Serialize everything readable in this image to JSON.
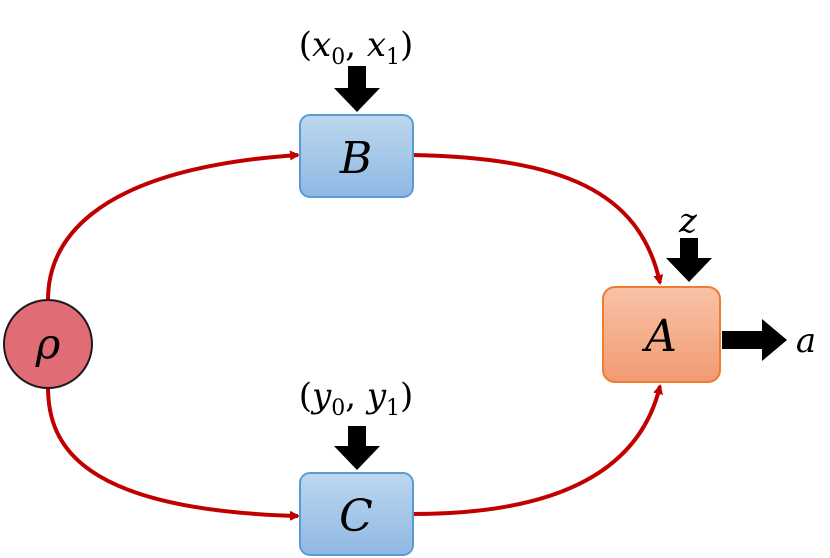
{
  "colors": {
    "edge": "#c00000",
    "source_fill": "#e06c75",
    "source_stroke": "#1a1a1a",
    "blue_fill": "#9dc3e6",
    "blue_stroke": "#5b9bd5",
    "orange_fill": "#f4a582",
    "orange_stroke": "#ed7d31",
    "input_arrow": "#000000"
  },
  "nodes": {
    "source": {
      "label": "ρ"
    },
    "B": {
      "label": "B"
    },
    "C": {
      "label": "C"
    },
    "A": {
      "label": "A"
    }
  },
  "inputs": {
    "B": {
      "open": "(",
      "v0": "x",
      "s0": "0",
      "sep": ", ",
      "v1": "x",
      "s1": "1",
      "close": ")"
    },
    "C": {
      "open": "(",
      "v0": "y",
      "s0": "0",
      "sep": ", ",
      "v1": "y",
      "s1": "1",
      "close": ")"
    },
    "A": {
      "label": "z"
    }
  },
  "output": {
    "label": "a"
  }
}
